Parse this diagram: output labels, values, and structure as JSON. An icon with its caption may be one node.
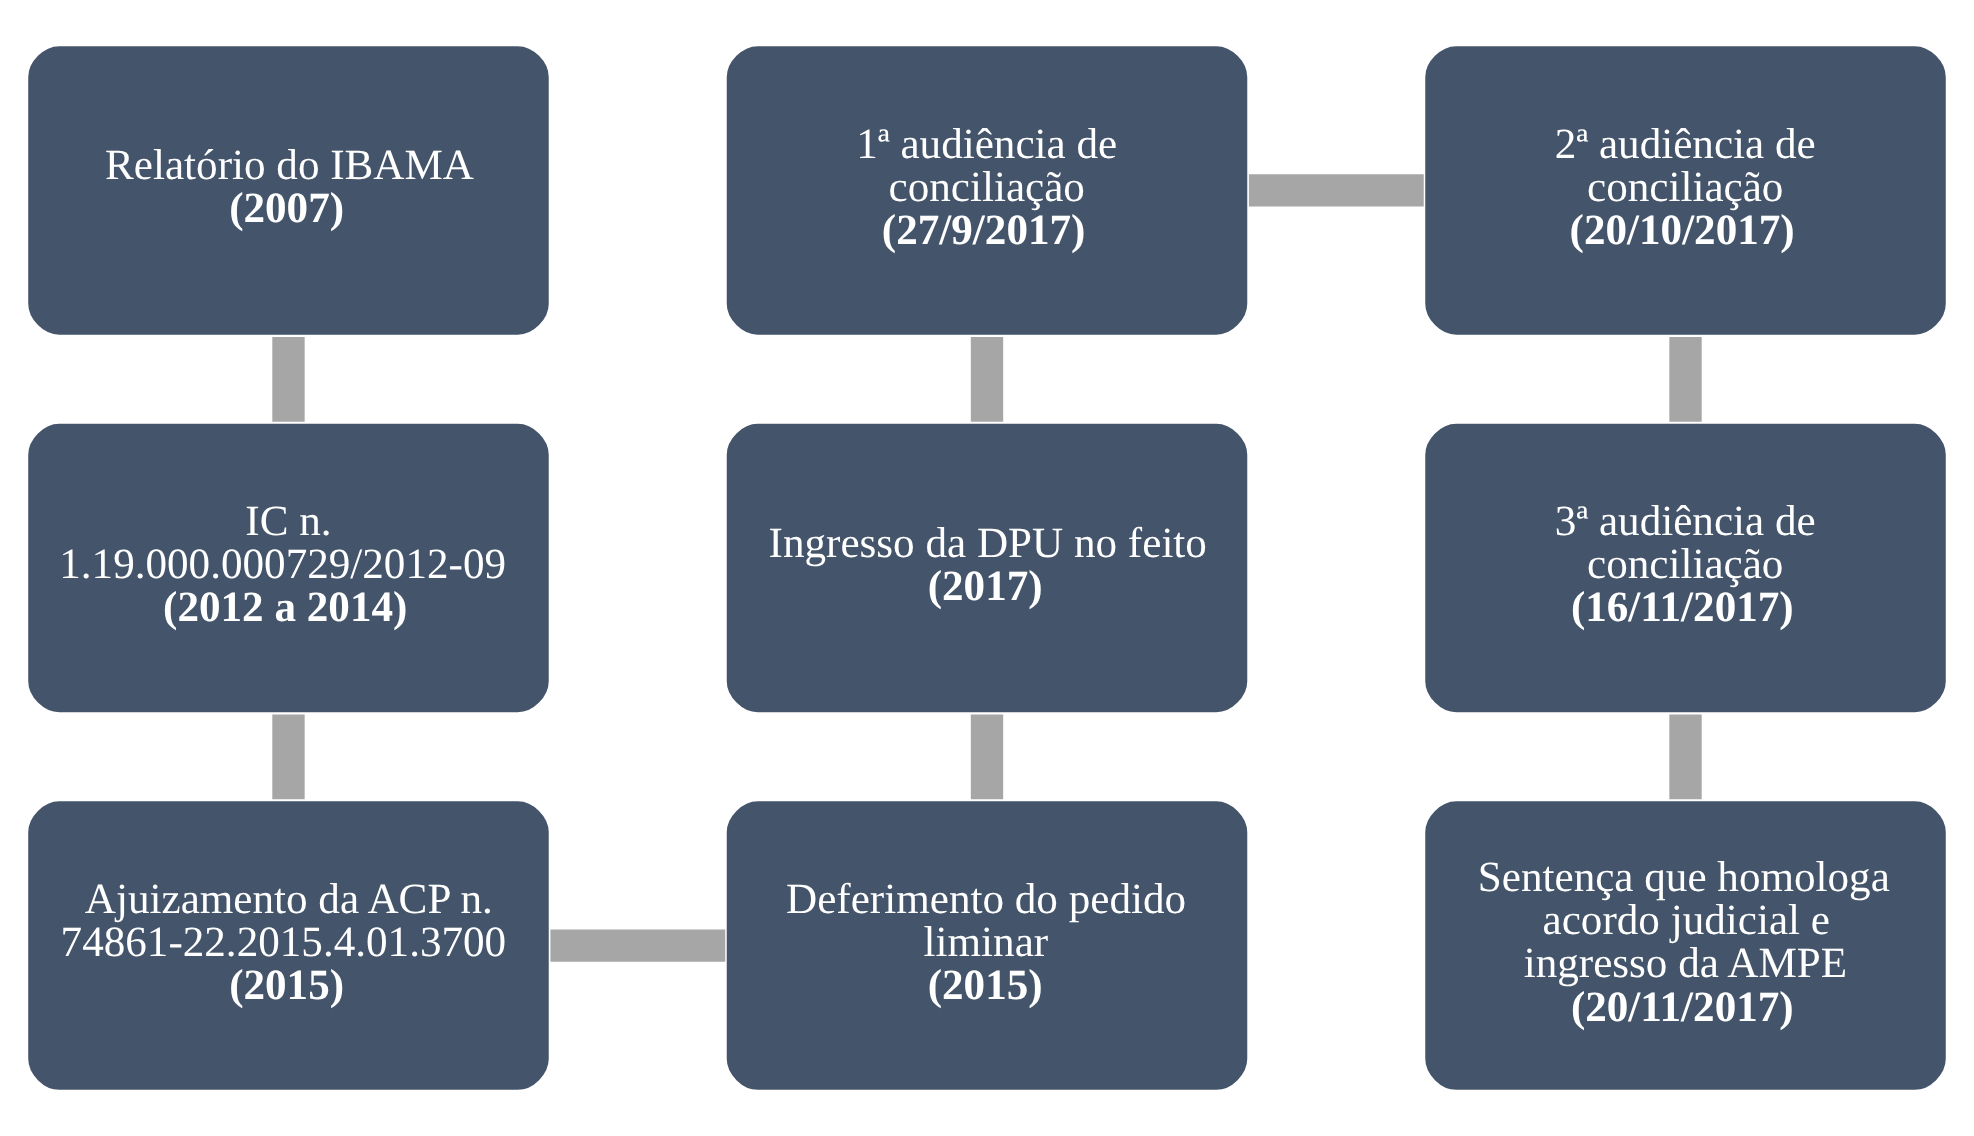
{
  "diagram": {
    "nodes": [
      {
        "text": [
          "Relatório do IBAMA",
          "(2007)"
        ]
      },
      {
        "text": [
          "IC n. 1.19.000.000729/2012-09",
          "(2012 a 2014)"
        ]
      },
      {
        "text": [
          "Ajuizamento da ACP n. 74861-22.2015.4.01.3700",
          "(2015)"
        ]
      },
      {
        "text": [
          "Deferimento do pedido liminar",
          "(2015)"
        ]
      },
      {
        "text": [
          "Ingresso da DPU no feito",
          "(2017)"
        ]
      },
      {
        "text": [
          "1ª audiência de conciliação",
          "(27/9/2017)"
        ]
      },
      {
        "text": [
          "2ª audiência de conciliação",
          "(20/10/2017)"
        ]
      },
      {
        "text": [
          "3ª audiência de conciliação",
          "(16/11/2017)"
        ]
      },
      {
        "text": [
          "Sentença que homologa acordo judicial e ingresso da AMPE",
          "(20/11/2017)"
        ]
      }
    ],
    "edges": [
      {
        "from": 0,
        "to": 1,
        "arrow": "none"
      },
      {
        "from": 1,
        "to": 2,
        "arrow": "none"
      },
      {
        "from": 2,
        "to": 3,
        "arrow": "none"
      },
      {
        "from": 3,
        "to": 4,
        "arrow": "none"
      },
      {
        "from": 4,
        "to": 5,
        "arrow": "none"
      },
      {
        "from": 5,
        "to": 6,
        "arrow": "none"
      },
      {
        "from": 6,
        "to": 7,
        "arrow": "none"
      },
      {
        "from": 7,
        "to": 8,
        "arrow": "none"
      }
    ]
  }
}
